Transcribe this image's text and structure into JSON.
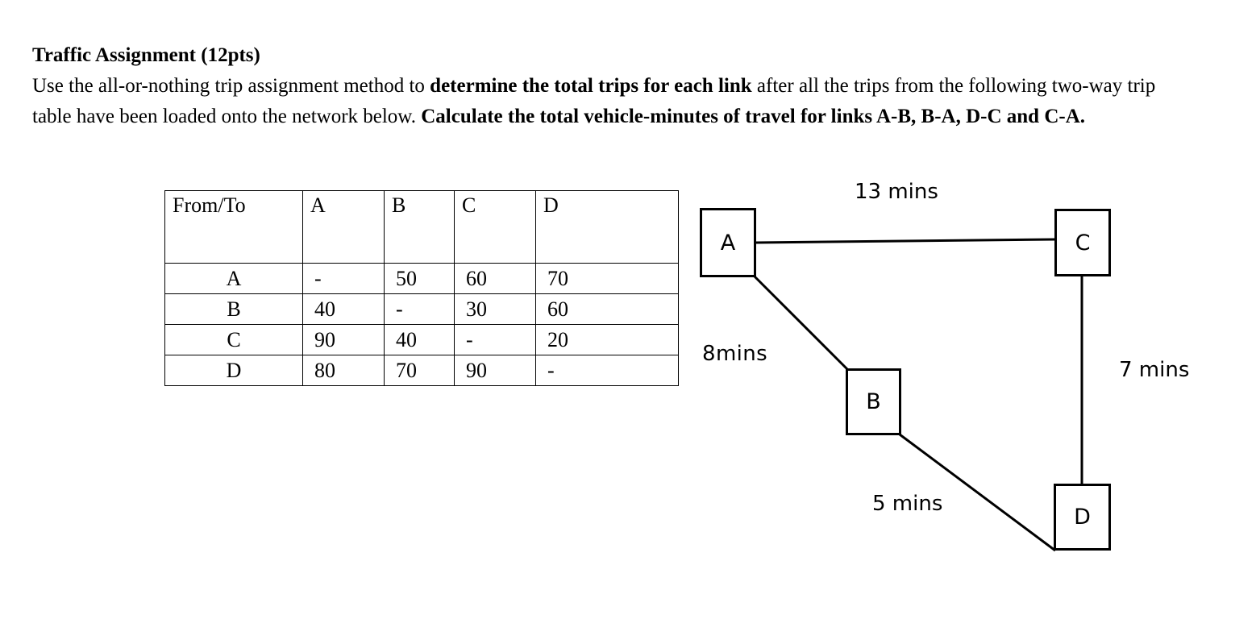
{
  "prompt": {
    "title": "Traffic Assignment (12pts)",
    "line1_plain_a": "Use the all-or-nothing trip assignment method to ",
    "line1_bold": "determine the total trips for each link",
    "line1_plain_b": " after all the trips from the following two-way trip table have been loaded onto the network below. ",
    "line2_bold": "Calculate the total vehicle-minutes of travel for links A-B, B-A, D-C and C-A."
  },
  "trip_table": {
    "corner_label": "From/To",
    "columns": [
      "A",
      "B",
      "C",
      "D"
    ],
    "rows": [
      {
        "label": "A",
        "values": [
          "-",
          "50",
          "60",
          "70"
        ]
      },
      {
        "label": "B",
        "values": [
          "40",
          "-",
          "30",
          "60"
        ]
      },
      {
        "label": "C",
        "values": [
          "90",
          "40",
          "-",
          "20"
        ]
      },
      {
        "label": "D",
        "values": [
          "80",
          "70",
          "90",
          "-"
        ]
      }
    ]
  },
  "network": {
    "nodes": [
      {
        "id": "A",
        "label": "A"
      },
      {
        "id": "B",
        "label": "B"
      },
      {
        "id": "C",
        "label": "C"
      },
      {
        "id": "D",
        "label": "D"
      }
    ],
    "edges": [
      {
        "from": "A",
        "to": "C",
        "label": "13 mins"
      },
      {
        "from": "A",
        "to": "B",
        "label": "8mins"
      },
      {
        "from": "C",
        "to": "D",
        "label": "7 mins"
      },
      {
        "from": "B",
        "to": "D",
        "label": "5 mins"
      }
    ],
    "stroke_color": "#000000"
  },
  "chart_data": {
    "type": "table",
    "title": "Two-way trip table (trips between zones)",
    "columns": [
      "From/To",
      "A",
      "B",
      "C",
      "D"
    ],
    "rows": [
      [
        "A",
        "-",
        "50",
        "60",
        "70"
      ],
      [
        "B",
        "40",
        "-",
        "30",
        "60"
      ],
      [
        "C",
        "90",
        "40",
        "-",
        "20"
      ],
      [
        "D",
        "80",
        "70",
        "90",
        "-"
      ]
    ],
    "network_graph": {
      "type": "diagram",
      "nodes": [
        "A",
        "B",
        "C",
        "D"
      ],
      "links": [
        {
          "nodes": [
            "A",
            "C"
          ],
          "travel_time_mins": 13
        },
        {
          "nodes": [
            "A",
            "B"
          ],
          "travel_time_mins": 8
        },
        {
          "nodes": [
            "C",
            "D"
          ],
          "travel_time_mins": 7
        },
        {
          "nodes": [
            "B",
            "D"
          ],
          "travel_time_mins": 5
        }
      ]
    }
  }
}
